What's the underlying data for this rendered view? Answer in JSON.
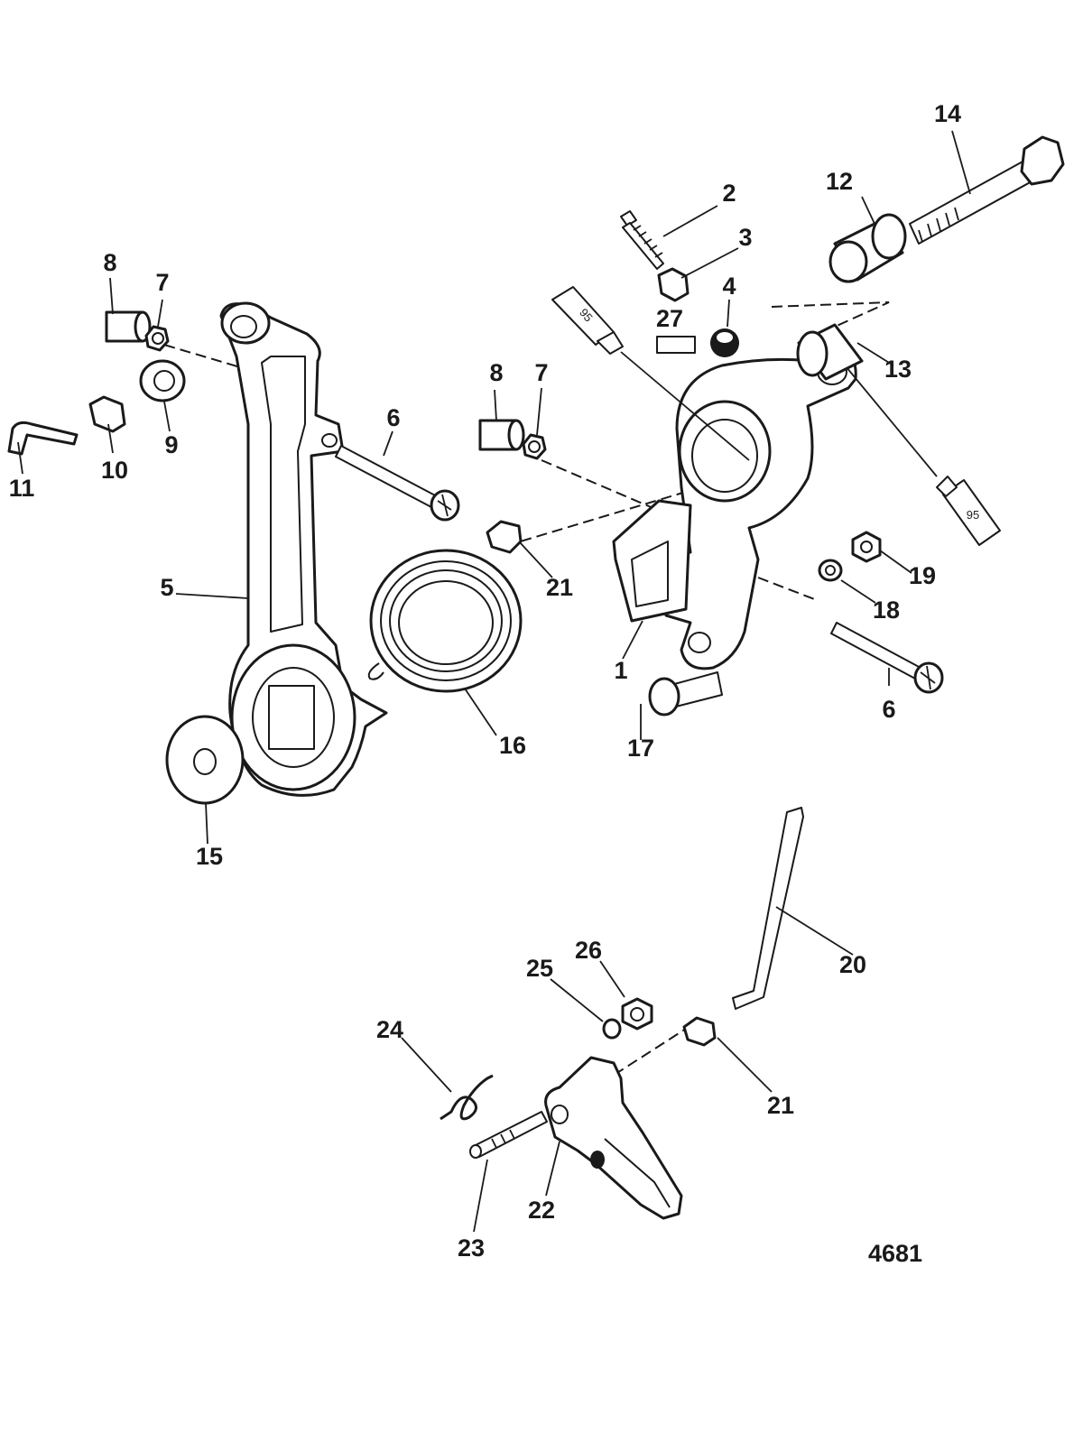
{
  "figure_number": "4681",
  "lubricant_code": "95",
  "callouts": [
    "1",
    "2",
    "3",
    "4",
    "5",
    "6",
    "6",
    "7",
    "7",
    "8",
    "8",
    "9",
    "10",
    "11",
    "12",
    "13",
    "14",
    "15",
    "16",
    "17",
    "18",
    "19",
    "20",
    "21",
    "21",
    "22",
    "23",
    "24",
    "25",
    "26",
    "27"
  ]
}
